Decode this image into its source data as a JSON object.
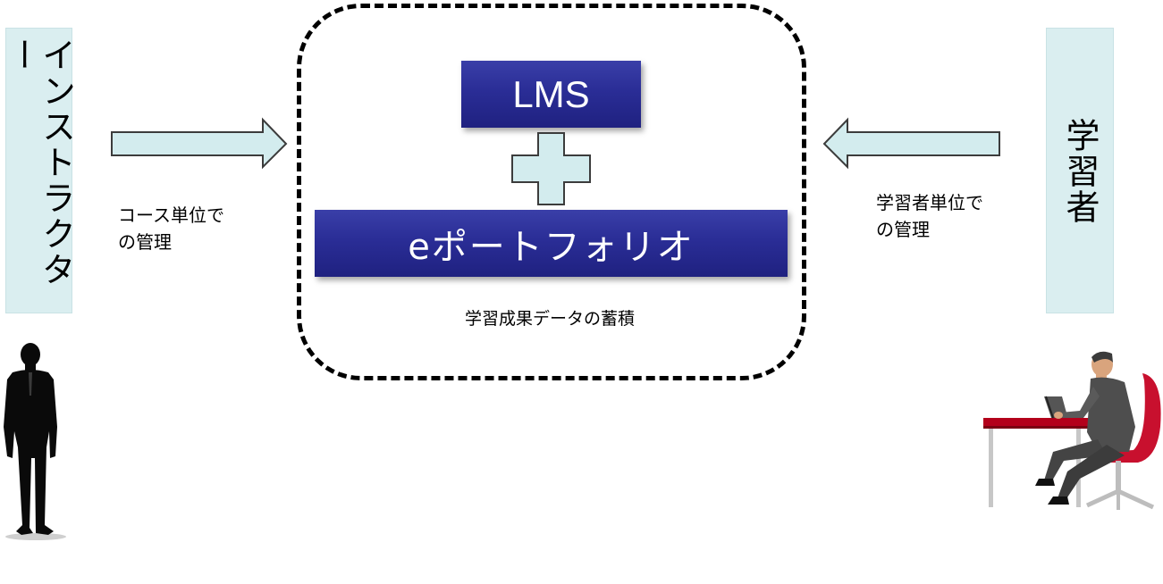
{
  "instructor": {
    "label": "インストラクター",
    "caption": "コース単位で\nの管理"
  },
  "learner": {
    "label": "学習者",
    "caption": "学習者単位で\nの管理"
  },
  "system": {
    "lms_label": "LMS",
    "eportfolio_label": "eポートフォリオ",
    "accumulation_caption": "学習成果データの蓄積"
  },
  "colors": {
    "label_background": "#daeef0",
    "arrow_fill": "#d3ecee",
    "box_fill": "#2a2d96",
    "chair_red": "#c8102e"
  },
  "icons": {
    "instructor": "standing-businessman-silhouette-icon",
    "learner": "seated-man-at-desk-icon",
    "connector": "plus-icon"
  }
}
